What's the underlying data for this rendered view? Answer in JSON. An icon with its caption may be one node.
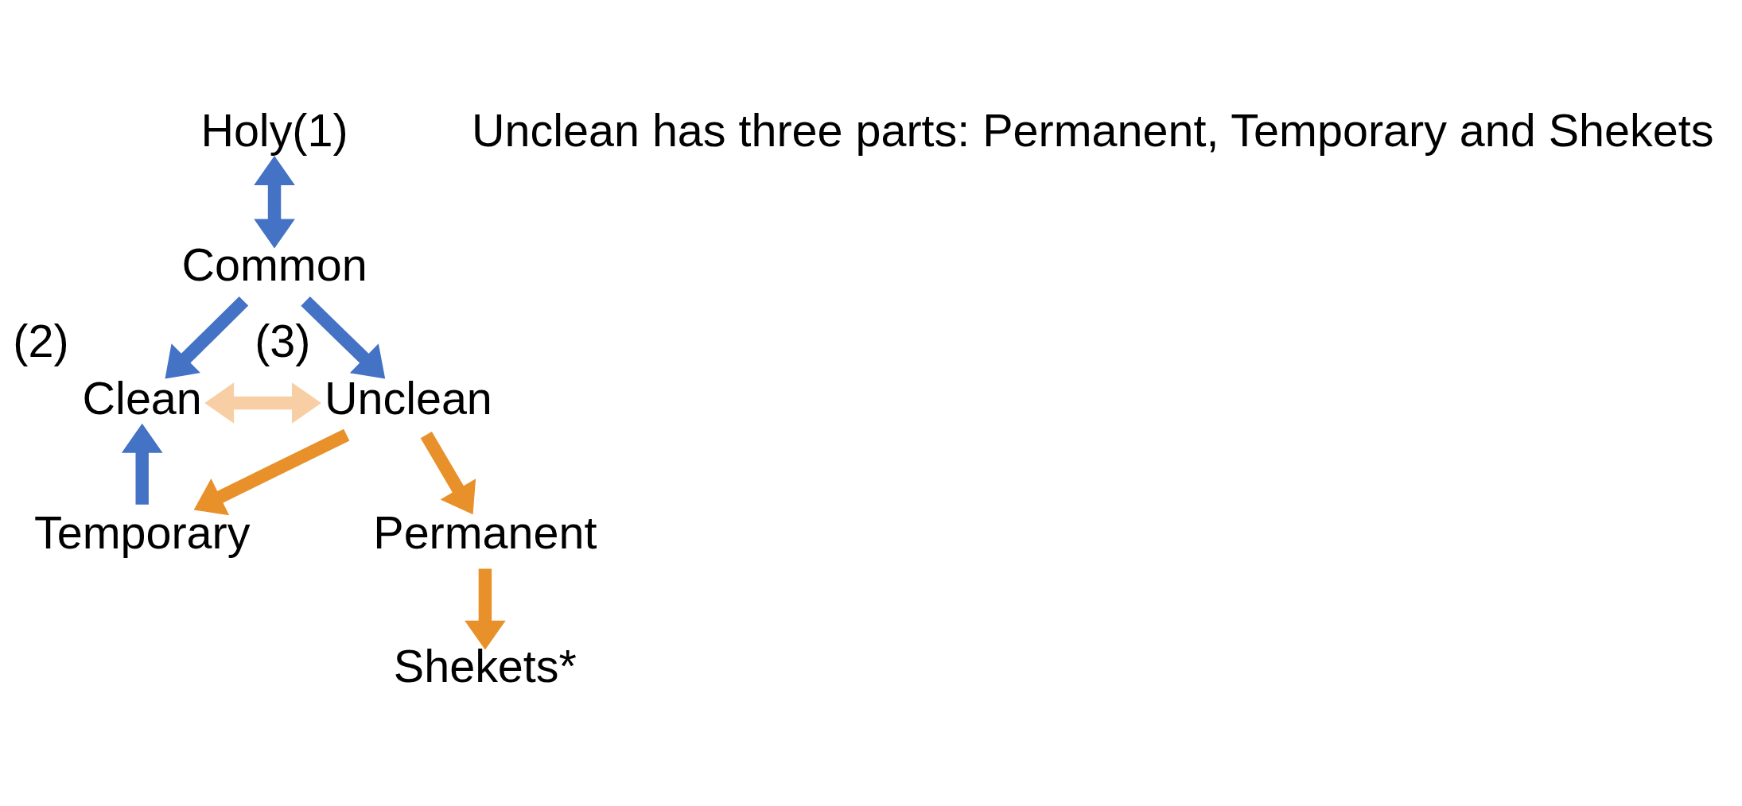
{
  "diagram": {
    "nodes": [
      {
        "text": [
          "Holy(1)"
        ]
      },
      {
        "text": [
          "Common"
        ]
      },
      {
        "text": [
          "Clean"
        ],
        "beside": [
          "(2)"
        ]
      },
      {
        "text": [
          "Unclean"
        ],
        "beside": [
          "(3)"
        ]
      },
      {
        "text": [
          "Temporary"
        ]
      },
      {
        "text": [
          "Permanent"
        ]
      },
      {
        "text": [
          "Shekets*"
        ]
      }
    ],
    "edges": [
      {
        "from": 0,
        "to": 1,
        "arrow": "both"
      },
      {
        "from": 1,
        "to": 2,
        "arrow": "to"
      },
      {
        "from": 1,
        "to": 3,
        "arrow": "to"
      },
      {
        "from": 2,
        "to": 3,
        "arrow": "both",
        "color": "#f8cfa5"
      },
      {
        "from": 3,
        "to": 4,
        "arrow": "to",
        "color": "#e8912a"
      },
      {
        "from": 4,
        "to": 2,
        "arrow": "to"
      },
      {
        "from": 3,
        "to": 5,
        "arrow": "to",
        "color": "#e8912a"
      },
      {
        "from": 5,
        "to": 6,
        "arrow": "to",
        "color": "#e8912a"
      }
    ],
    "labels": [
      "Unclean has three parts: Permanent, Temporary and Shekets"
    ]
  }
}
